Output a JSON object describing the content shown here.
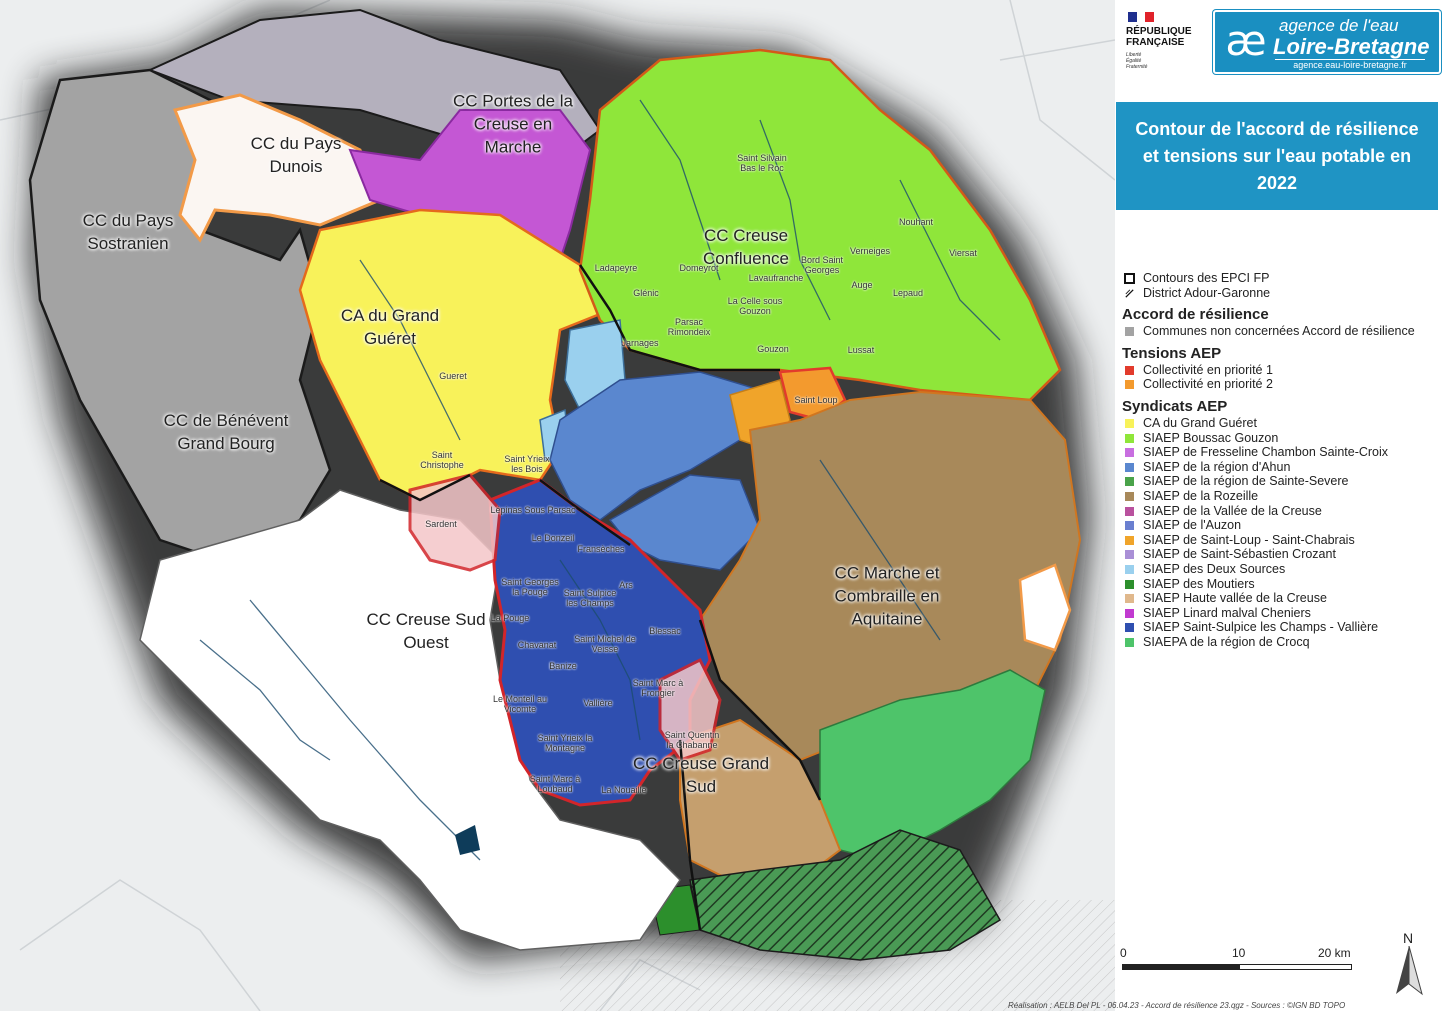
{
  "header": {
    "republique": "RÉPUBLIQUE\nFRANÇAISE",
    "motto": "Liberté\nÉgalité\nFraternité",
    "agence_line1": "agence de l'eau",
    "agence_line2": "Loire-Bretagne",
    "agence_url": "agence.eau-loire-bretagne.fr"
  },
  "title": "Contour de l'accord de résilience\net tensions sur l'eau potable en\n2022",
  "legend": {
    "contours": [
      {
        "label": "Contours des EPCI FP",
        "icon": "outline-square-icon"
      },
      {
        "label": "District Adour-Garonne",
        "icon": "hatch-icon"
      }
    ],
    "accord_heading": "Accord de résilience",
    "accord_items": [
      {
        "label": "Communes non concernées Accord de résilience",
        "color": "#a3a3a3"
      }
    ],
    "tensions_heading": "Tensions AEP",
    "tensions_items": [
      {
        "label": "Collectivité en priorité 1",
        "color": "#e23b2c"
      },
      {
        "label": "Collectivité en priorité 2",
        "color": "#f39a2e"
      }
    ],
    "syndicats_heading": "Syndicats AEP",
    "syndicats_items": [
      {
        "label": "CA du Grand Guéret",
        "color": "#f8f25a"
      },
      {
        "label": "SIAEP Boussac Gouzon",
        "color": "#8fe63a"
      },
      {
        "label": "SIAEP de Fresseline Chambon Sainte-Croix",
        "color": "#c86ee0"
      },
      {
        "label": "SIAEP de la région d'Ahun",
        "color": "#5a87cf"
      },
      {
        "label": "SIAEP de la région de Sainte-Severe",
        "color": "#4aa34a"
      },
      {
        "label": "SIAEP de la Rozeille",
        "color": "#a8895a"
      },
      {
        "label": "SIAEP de la Vallée de la Creuse",
        "color": "#b9519e"
      },
      {
        "label": "SIAEP de l'Auzon",
        "color": "#6a7fd0"
      },
      {
        "label": "SIAEP de Saint-Loup - Saint-Chabrais",
        "color": "#f0a42a"
      },
      {
        "label": "SIAEP de Saint-Sébastien Crozant",
        "color": "#a98fd6"
      },
      {
        "label": "SIAEP des Deux Sources",
        "color": "#9ad0ee"
      },
      {
        "label": "SIAEP des Moutiers",
        "color": "#2c8f2c"
      },
      {
        "label": "SIAEP Haute vallée de la Creuse",
        "color": "#e0b88c"
      },
      {
        "label": "SIAEP Linard malval Cheniers",
        "color": "#c13ad0"
      },
      {
        "label": "SIAEP Saint-Sulpice les Champs - Vallière",
        "color": "#2f4fb0"
      },
      {
        "label": "SIAEPA de la région de Crocq",
        "color": "#4ec46a"
      }
    ]
  },
  "map": {
    "epci_labels": [
      "CC du Pays\nSostranien",
      "CC du Pays\nDunois",
      "CC Portes de la\nCreuse en\nMarche",
      "CC Creuse\nConfluence",
      "CA du Grand\nGuéret",
      "CC de Bénévent\nGrand Bourg",
      "CC Marche et\nCombraille en\nAquitaine",
      "CC Creuse Sud\nOuest",
      "CC Creuse Grand\nSud"
    ],
    "commune_labels": [
      "Saint Silvain\nBas le Roc",
      "Nouhant",
      "Verneiges",
      "Viersat",
      "Bord Saint\nGeorges",
      "Domeyrot",
      "Lavaufranche",
      "Lussat",
      "Auge",
      "Lepaud",
      "Ladapeyre",
      "Glénic",
      "La Celle sous\nGouzon",
      "Parsac\nRimondeix",
      "Jarnages",
      "Gouzon",
      "Saint Loup",
      "Gueret",
      "Saint\nChristophe",
      "Saint Yrieix\nles Bois",
      "Sardent",
      "Lépinas Sous Parsac",
      "Le Donzeil",
      "Fransèches",
      "Saint Georges\nla Pouge",
      "La Pouge",
      "Chavanat",
      "Banize",
      "Saint Michel de\nVeisse",
      "Blessac",
      "Saint Marc à\nFrongier",
      "Vallière",
      "Le Monteil au\nVicomte",
      "Saint Yrieix la\nMontagne",
      "Saint Quentin\nla Chabanne",
      "Saint Marc à\nLoubaud",
      "La Nouaille",
      "Saint Sulpice\nles Champs",
      "Ars"
    ]
  },
  "scale": {
    "tick0": "0",
    "tick1": "10",
    "tick2": "20 km"
  },
  "north": "N",
  "credits": "Réalisation : AELB Del PL - 06.04.23 - Accord de résilience 23.qgz - Sources : ©IGN BD TOPO"
}
